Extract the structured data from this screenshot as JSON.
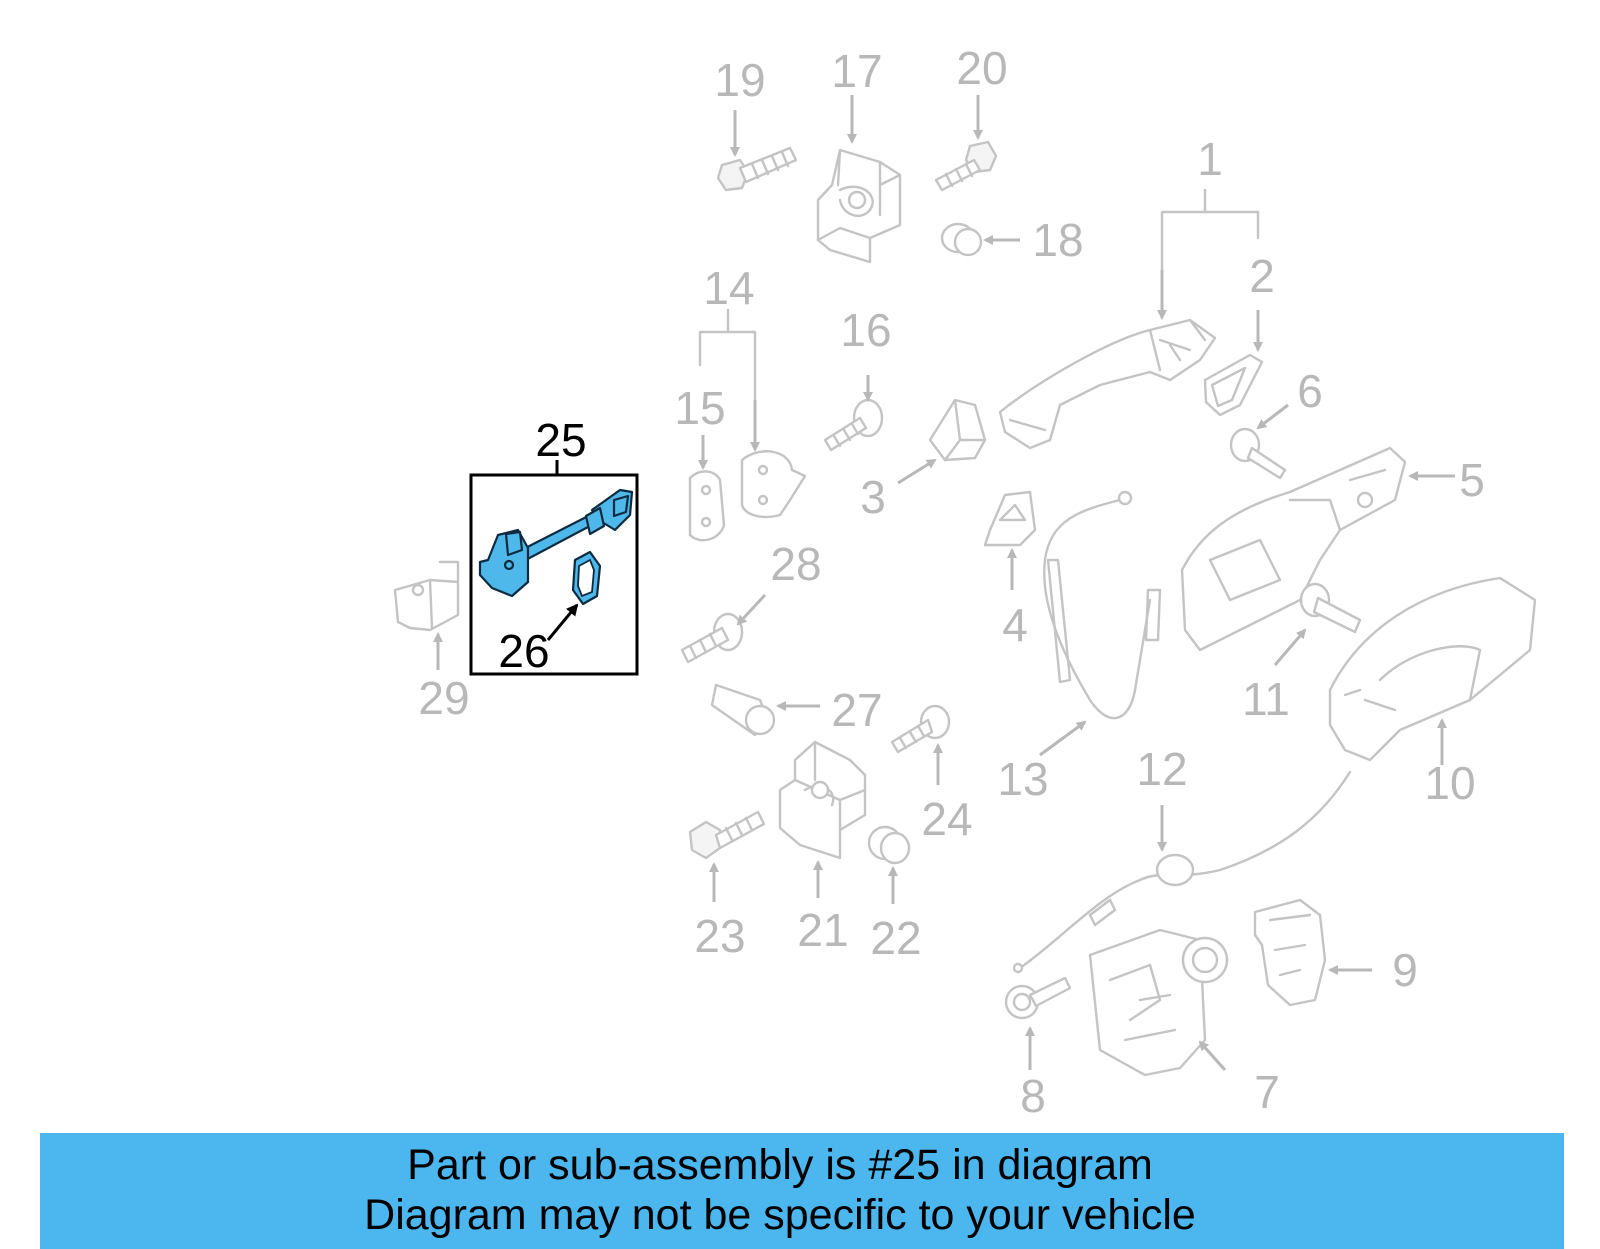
{
  "callouts": {
    "c1": "1",
    "c2": "2",
    "c3": "3",
    "c4": "4",
    "c5": "5",
    "c6": "6",
    "c7": "7",
    "c8": "8",
    "c9": "9",
    "c10": "10",
    "c11": "11",
    "c12": "12",
    "c13": "13",
    "c14": "14",
    "c15": "15",
    "c16": "16",
    "c17": "17",
    "c18": "18",
    "c19": "19",
    "c20": "20",
    "c21": "21",
    "c22": "22",
    "c23": "23",
    "c24": "24",
    "c25": "25",
    "c26": "26",
    "c27": "27",
    "c28": "28",
    "c29": "29"
  },
  "highlighted_part": "25",
  "banner": {
    "line1": "Part or sub-assembly is #25 in diagram",
    "line2": "Diagram may not be specific to your vehicle"
  },
  "colors": {
    "highlight": "#4fb8ea",
    "banner": "#4cb6ee",
    "ghost": "#b8b8b8"
  }
}
